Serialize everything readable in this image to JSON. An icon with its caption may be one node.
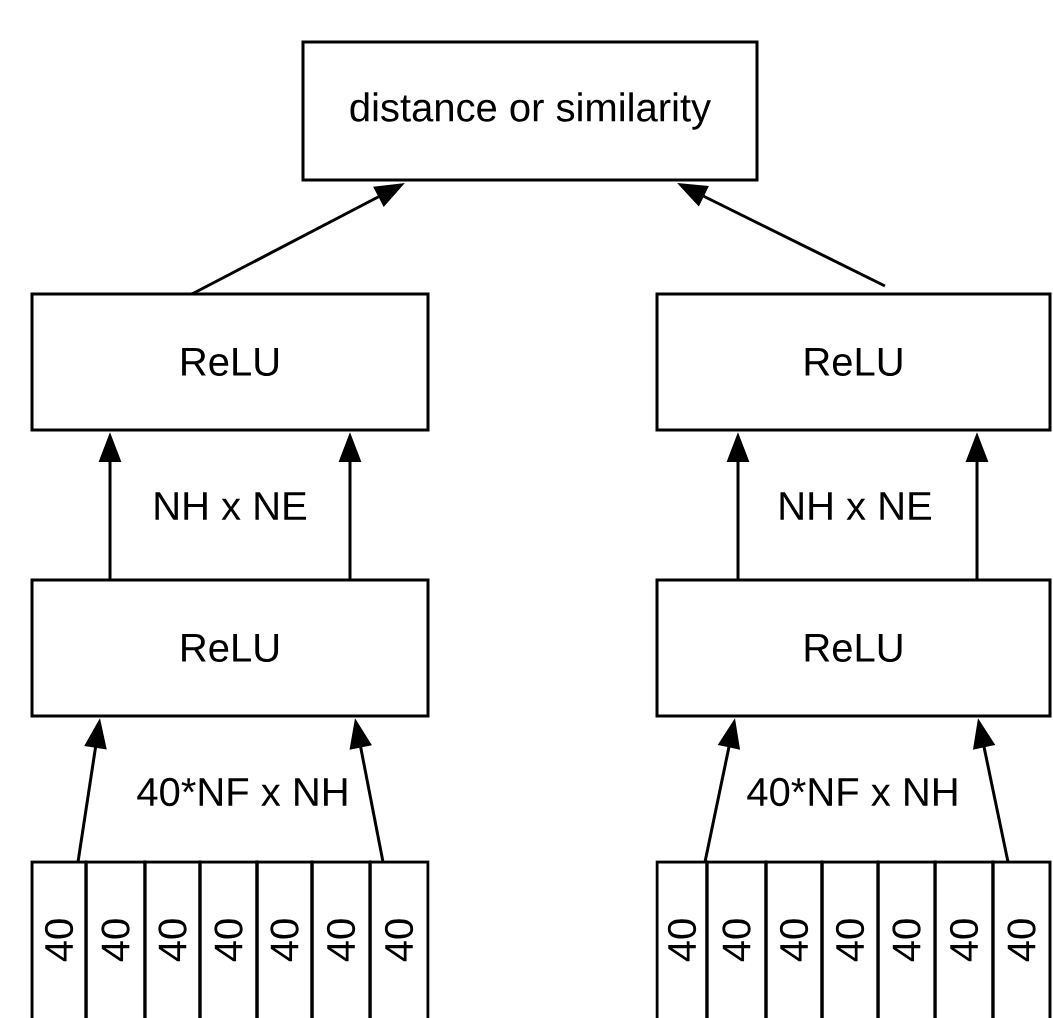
{
  "diagram": {
    "nodes": [
      {
        "text": [
          "distance or similarity"
        ]
      },
      {
        "text": [
          "ReLU"
        ]
      },
      {
        "text": [
          "ReLU"
        ]
      },
      {
        "text": [
          "ReLU"
        ]
      },
      {
        "text": [
          "ReLU"
        ]
      },
      {
        "text": [
          "40"
        ]
      },
      {
        "text": [
          "40"
        ]
      },
      {
        "text": [
          "40"
        ]
      },
      {
        "text": [
          "40"
        ]
      },
      {
        "text": [
          "40"
        ]
      },
      {
        "text": [
          "40"
        ]
      },
      {
        "text": [
          "40"
        ]
      },
      {
        "text": [
          "40"
        ]
      },
      {
        "text": [
          "40"
        ]
      },
      {
        "text": [
          "40"
        ]
      },
      {
        "text": [
          "40"
        ]
      },
      {
        "text": [
          "40"
        ]
      },
      {
        "text": [
          "40"
        ]
      },
      {
        "text": [
          "40"
        ]
      }
    ],
    "edges": [
      {
        "from": 1,
        "to": 0,
        "arrow": "to"
      },
      {
        "from": 2,
        "to": 0,
        "arrow": "to"
      },
      {
        "from": 3,
        "to": 1,
        "arrow": "to"
      },
      {
        "from": 3,
        "to": 1,
        "arrow": "to"
      },
      {
        "from": 4,
        "to": 2,
        "arrow": "to"
      },
      {
        "from": 4,
        "to": 2,
        "arrow": "to"
      },
      {
        "from": 5,
        "to": 3,
        "arrow": "to"
      },
      {
        "from": 11,
        "to": 3,
        "arrow": "to"
      },
      {
        "from": 12,
        "to": 4,
        "arrow": "to"
      },
      {
        "from": 18,
        "to": 4,
        "arrow": "to"
      }
    ],
    "labels": [
      "NH x NE",
      "NH x NE",
      "40*NF x NH",
      "40*NF x NH"
    ]
  }
}
